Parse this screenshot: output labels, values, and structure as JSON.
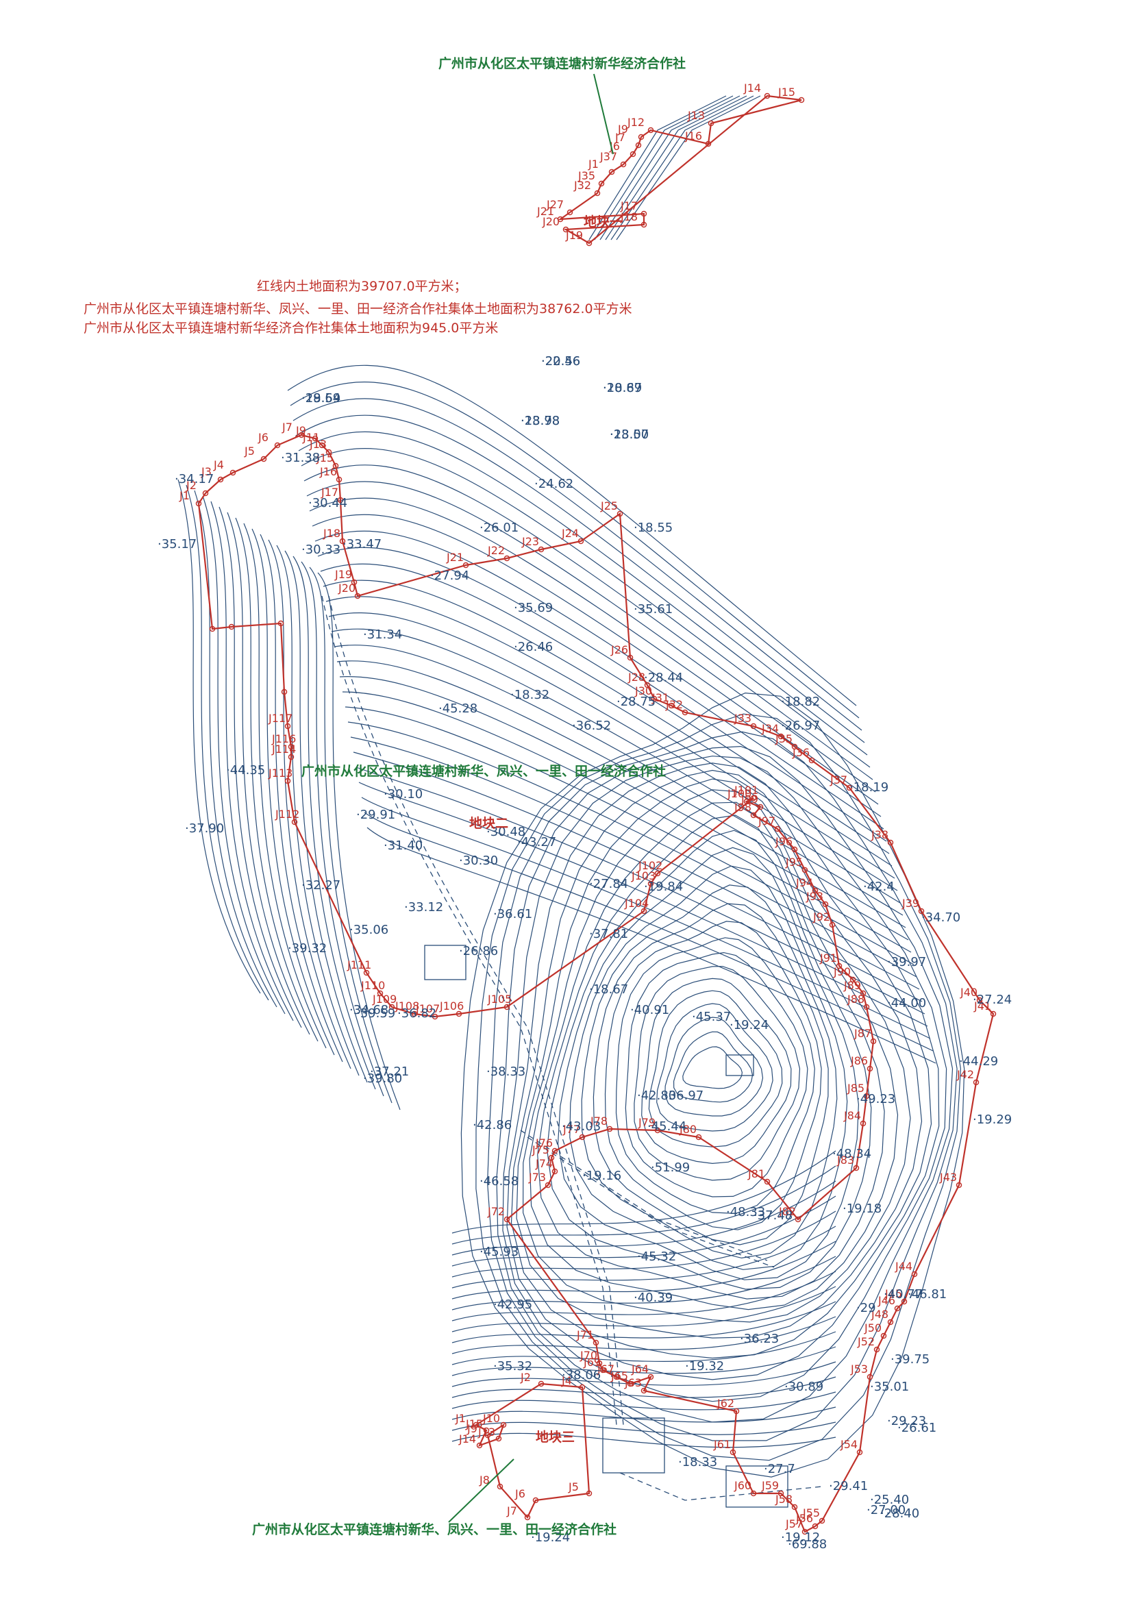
{
  "colors": {
    "boundary": "#c0322b",
    "contour": "#2a4d78",
    "owner_text": "#1f7a3a",
    "area_text": "#c0322b"
  },
  "labels": {
    "owner_xinhua": "广州市从化区太平镇连塘村新华经济合作社",
    "owner_joint": "广州市从化区太平镇连塘村新华、凤兴、一里、田一经济合作社"
  },
  "area_notes": {
    "total": "红线内土地面积为39707.0平方米；",
    "joint": "广州市从化区太平镇连塘村新华、凤兴、一里、田一经济合作社集体土地面积为38762.0平方米",
    "xinhua": "广州市从化区太平镇连塘村新华经济合作社集体土地面积为945.0平方米"
  },
  "parcels": {
    "p1": "地块一",
    "p2": "地块二",
    "p3": "地块三"
  },
  "points": {
    "inset": [
      "J14",
      "J15",
      "J13",
      "J16",
      "J12",
      "J9",
      "J7",
      "J6",
      "J37",
      "J1",
      "J35",
      "J32",
      "J27",
      "J21",
      "J17",
      "J18",
      "J20",
      "J19"
    ],
    "p2": [
      "J1",
      "J2",
      "J3",
      "J4",
      "J5",
      "J6",
      "J7",
      "J9",
      "J11",
      "J13",
      "J15",
      "J16",
      "J17",
      "J18",
      "J19",
      "J20",
      "J21",
      "J22",
      "J23",
      "J24",
      "J25",
      "J26",
      "J28",
      "J30",
      "J31",
      "J32",
      "J33",
      "J34",
      "J35",
      "J36",
      "J37",
      "J38",
      "J39",
      "J40",
      "J41",
      "J42",
      "J43",
      "J44",
      "J45",
      "J46",
      "J48",
      "J50",
      "J52",
      "J53",
      "J54",
      "J55",
      "J56",
      "J57",
      "J58",
      "J59",
      "J60",
      "J61",
      "J62",
      "J63",
      "J64",
      "J65",
      "J67",
      "J69",
      "J70",
      "J71",
      "J72",
      "J73",
      "J74",
      "J75",
      "J76",
      "J77",
      "J78",
      "J79",
      "J80",
      "J81",
      "J82",
      "J83",
      "J84",
      "J85",
      "J86",
      "J87",
      "J88",
      "J89",
      "J90",
      "J91",
      "J92",
      "J93",
      "J94",
      "J95",
      "J96",
      "J97",
      "J98",
      "J99",
      "J100",
      "J101",
      "J102",
      "J103",
      "J104",
      "J105",
      "J106",
      "J107",
      "J108",
      "J109",
      "J110",
      "J111",
      "J112",
      "J113",
      "J114",
      "J116",
      "J117"
    ],
    "p3": [
      "J1",
      "J2",
      "J4",
      "J5",
      "J6",
      "J7",
      "J8",
      "J9",
      "J10",
      "J13",
      "J14",
      "J15"
    ]
  },
  "elevations": [
    "22.56",
    "18.67",
    "29.54",
    "23.78",
    "18.57",
    "24.62",
    "34.17",
    "31.38",
    "30.44",
    "26.01",
    "18.55",
    "35.17",
    "33.47",
    "30.33",
    "27.94",
    "35.69",
    "35.61",
    "31.34",
    "26.46",
    "18.32",
    "28.44",
    "45.28",
    "28.75",
    "18.82",
    "36.52",
    "26.97",
    "18.19",
    "44.35",
    "30.10",
    "29.91",
    "30.48",
    "43.27",
    "37.90",
    "31.40",
    "30.30",
    "27.84",
    "19.84",
    "42.4",
    "32.27",
    "33.12",
    "36.61",
    "37.81",
    "34.70",
    "35.06",
    "26.86",
    "39.97",
    "39.32",
    "34.68",
    "36.82",
    "18.67",
    "44.00",
    "27.24",
    "39.59",
    "37.21",
    "40.91",
    "45.37",
    "19.24",
    "44.29",
    "39.80",
    "38.33",
    "42.80",
    "36.97",
    "45.44",
    "49.23",
    "19.29",
    "42.86",
    "43.03",
    "51.99",
    "48.34",
    "48.33",
    "46.58",
    "19.16",
    "45.93",
    "45.32",
    "19.18",
    "40.77",
    "46.81",
    "42.95",
    "40.39",
    "37.48",
    "29",
    "39.75",
    "36.23",
    "35.32",
    "38.06",
    "19.32",
    "35.01",
    "30.89",
    "29.23",
    "26.61",
    "18.33",
    "27.7",
    "29.41",
    "25.40",
    "27.00",
    "28.40",
    "19.12",
    "19.24",
    "69.88",
    "20.46",
    "20.89",
    "18.69",
    "18.98",
    "23.00"
  ]
}
